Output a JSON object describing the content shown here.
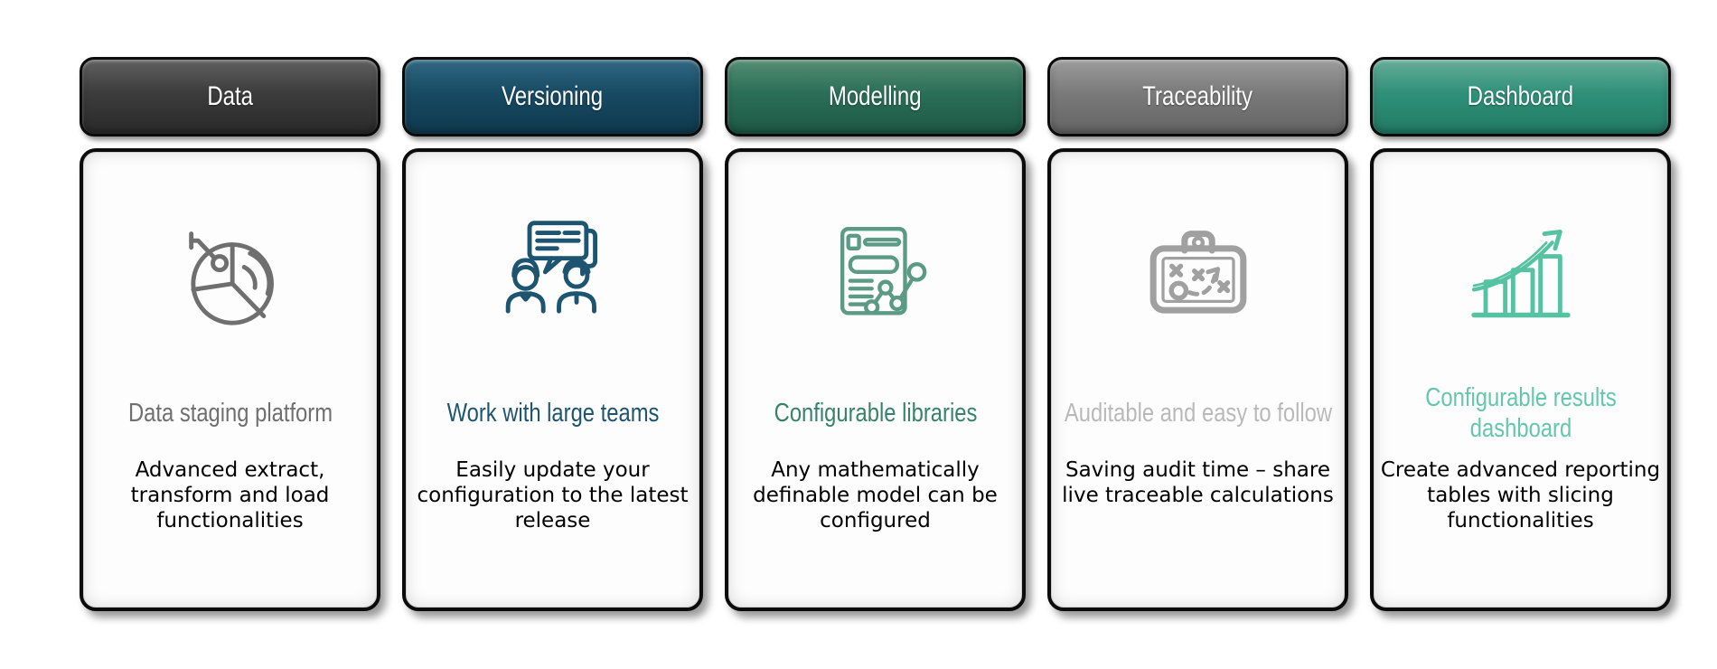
{
  "cards": [
    {
      "header_label": "Data",
      "icon": "pie-chart-analysis-icon",
      "title": "Data staging platform",
      "description": "Advanced extract, transform and load functionalities",
      "colors": {
        "header_top": "#606060",
        "header": "#3c3c3c",
        "header_bottom": "#2a2a2a",
        "accent": "#6f6f6f",
        "icon": "#6f6f6f"
      }
    },
    {
      "header_label": "Versioning",
      "icon": "team-chat-icon",
      "title": "Work with large teams",
      "description": "Easily update your configuration to the latest release",
      "colors": {
        "header_top": "#326882",
        "header": "#174a63",
        "header_bottom": "#0f394e",
        "accent": "#1d5470",
        "icon": "#1d5470"
      }
    },
    {
      "header_label": "Modelling",
      "icon": "document-chart-icon",
      "title": "Configurable libraries",
      "description": "Any mathematically definable model can be configured",
      "colors": {
        "header_top": "#558e74",
        "header": "#2b6e58",
        "header_bottom": "#1d5945",
        "accent": "#37826a",
        "icon": "#5b9a84"
      }
    },
    {
      "header_label": "Traceability",
      "icon": "strategy-board-icon",
      "title": "Auditable and easy to follow",
      "description": "Saving audit time – share live traceable calculations",
      "colors": {
        "header_top": "#9c9c9c",
        "header": "#7a7a7a",
        "header_bottom": "#646464",
        "accent": "#b9b9b9",
        "icon": "#a0a0a0"
      }
    },
    {
      "header_label": "Dashboard",
      "icon": "growth-chart-icon",
      "title": "Configurable results dashboard",
      "description": "Create advanced reporting tables with slicing functionalities",
      "colors": {
        "header_top": "#67ad98",
        "header": "#2f9079",
        "header_bottom": "#217a64",
        "accent": "#64c7ab",
        "icon": "#55c3a1"
      }
    }
  ]
}
